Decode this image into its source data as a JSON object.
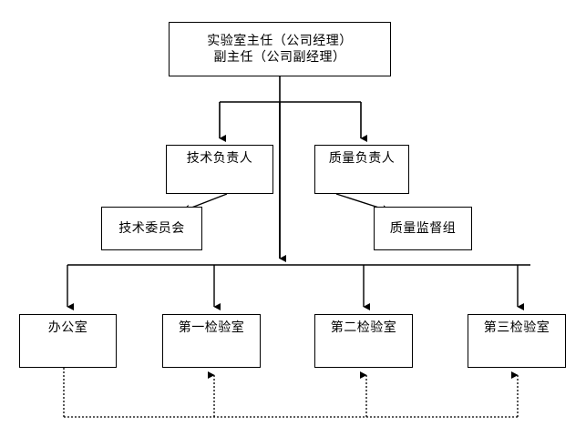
{
  "diagram": {
    "type": "organization-chart",
    "title_text": "",
    "colors": {
      "background": "#ffffff",
      "box_border": "#000000",
      "box_fill": "#ffffff",
      "solid_connector": "#000000",
      "dotted_connector": "#000000",
      "text": "#000000"
    },
    "nodes": {
      "director": {
        "line1": "实验室主任（公司经理）",
        "line2": "副主任（公司副经理）",
        "level": 1
      },
      "technical_director": {
        "label": "技术负责人",
        "level": 2
      },
      "quality_director": {
        "label": "质量负责人",
        "level": 2
      },
      "technical_committee": {
        "label": "技术委员会",
        "level": 3
      },
      "quality_supervision_group": {
        "label": "质量监督组",
        "level": 3
      },
      "office": {
        "label": "办公室",
        "level": 4
      },
      "lab_one": {
        "label": "第一检验室",
        "level": 4
      },
      "lab_two": {
        "label": "第二检验室",
        "level": 4
      },
      "lab_three": {
        "label": "第三检验室",
        "level": 4
      }
    },
    "edges": [
      {
        "from": "director",
        "to": "technical_director",
        "style": "solid",
        "arrow": "down"
      },
      {
        "from": "director",
        "to": "quality_director",
        "style": "solid",
        "arrow": "down"
      },
      {
        "from": "technical_director",
        "to": "technical_committee",
        "style": "solid",
        "arrow": "diagonal-down-left"
      },
      {
        "from": "quality_director",
        "to": "quality_supervision_group",
        "style": "solid",
        "arrow": "diagonal-down-right"
      },
      {
        "from": "director",
        "to": "office",
        "style": "solid",
        "arrow": "down"
      },
      {
        "from": "director",
        "to": "lab_one",
        "style": "solid",
        "arrow": "down"
      },
      {
        "from": "director",
        "to": "lab_two",
        "style": "solid",
        "arrow": "down"
      },
      {
        "from": "director",
        "to": "lab_three",
        "style": "solid",
        "arrow": "down"
      },
      {
        "from": "office",
        "to": "lab_one",
        "style": "dotted",
        "arrow": "up"
      },
      {
        "from": "office",
        "to": "lab_two",
        "style": "dotted",
        "arrow": "up"
      },
      {
        "from": "office",
        "to": "lab_three",
        "style": "dotted",
        "arrow": "up"
      }
    ]
  }
}
